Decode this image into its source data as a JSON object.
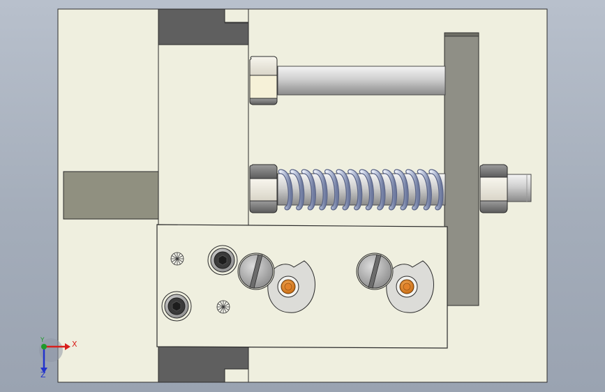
{
  "window": {
    "title": "",
    "background_top": "#b8c0cc",
    "background_bottom": "#9aa3b1"
  },
  "drawing": {
    "paper_color": "#efefdf",
    "outline_color": "#2b2b2b",
    "dark_block_color": "#5f5f5f",
    "plate_color": "#8f8f86",
    "pocket_color": "#909080",
    "nut_color": "#dedbd0",
    "spring_color": "#b8c2dc",
    "bushing_color": "#e58a2a",
    "rod_color": "#d4d4d4"
  },
  "triad": {
    "x_label": "X",
    "y_label": "Y",
    "z_label": "Z",
    "x_color": "#d8201c",
    "y_color": "#1f9a2a",
    "z_color": "#2233cc"
  }
}
